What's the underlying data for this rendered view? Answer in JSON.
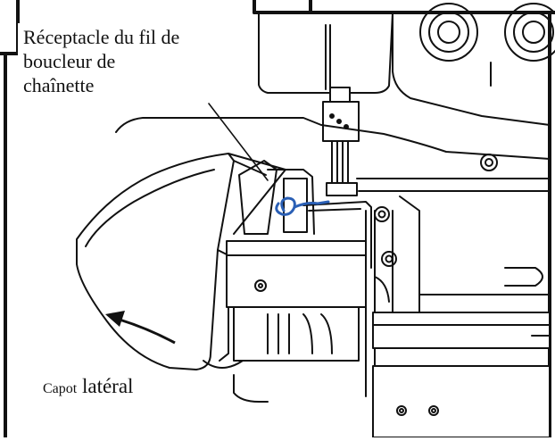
{
  "labels": {
    "thread_receptacle": [
      "Réceptacle du fil de",
      "boucleur de",
      "chaînette"
    ],
    "side_cover_small": "Capot",
    "side_cover_big": " latéral"
  },
  "colors": {
    "line": "#111111",
    "thread": "#2a5fb5",
    "background": "#ffffff"
  }
}
